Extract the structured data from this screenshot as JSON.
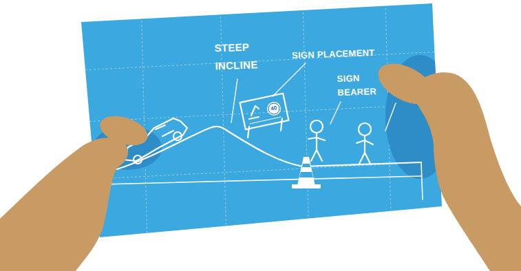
{
  "diagram": {
    "labels": [
      "STEEP INCLINE",
      "SIGN PLACEMENT",
      "SIGN BEARER",
      "40"
    ]
  }
}
